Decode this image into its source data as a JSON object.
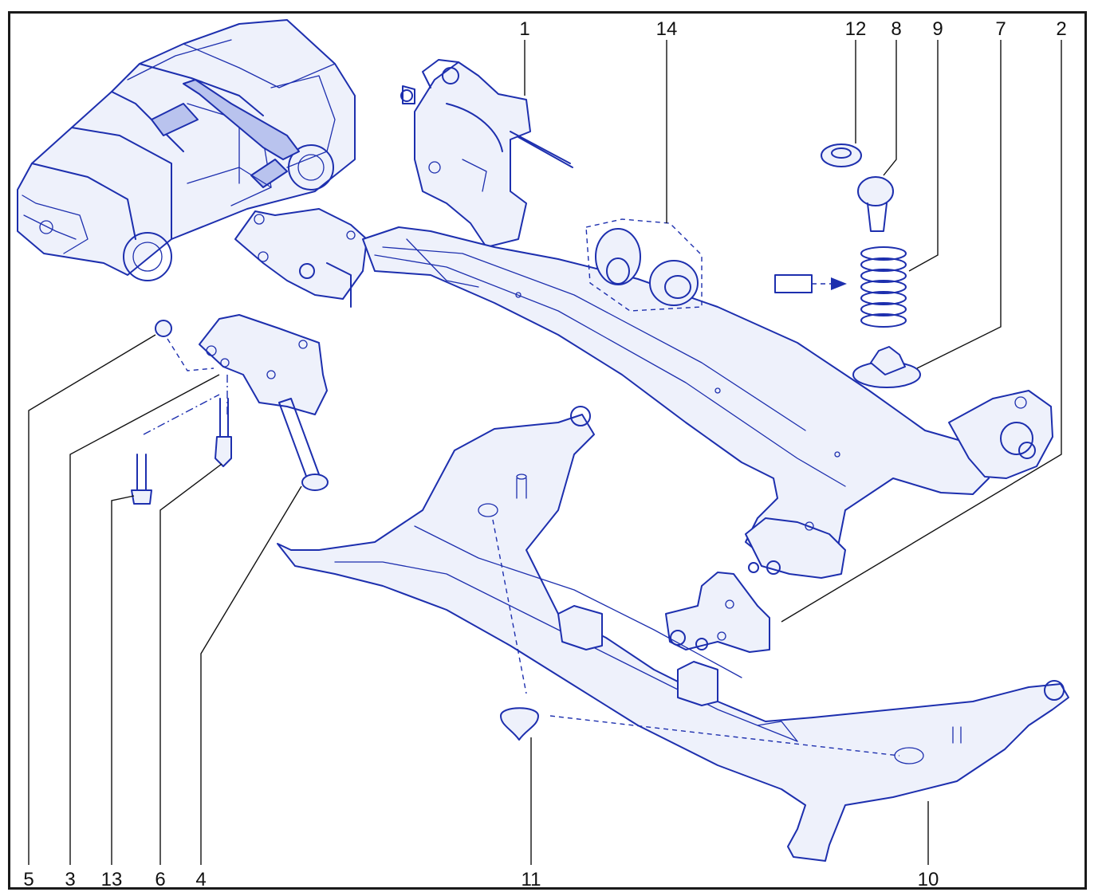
{
  "diagram": {
    "callouts": [
      "1",
      "14",
      "12",
      "8",
      "9",
      "7",
      "2",
      "5",
      "3",
      "13",
      "6",
      "4",
      "11",
      "10"
    ]
  },
  "colors": {
    "line": "#1d2fae",
    "tint": "#eef1fb",
    "frame": "#1a1a1a",
    "label": "#111111"
  }
}
